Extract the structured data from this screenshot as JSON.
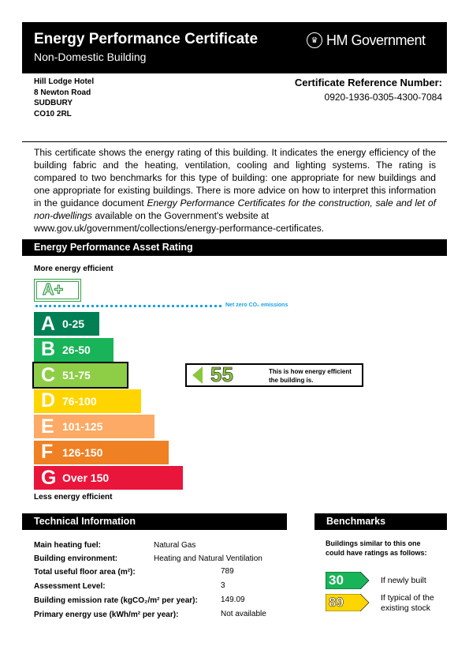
{
  "header": {
    "title": "Energy Performance Certificate",
    "subtitle": "Non-Domestic Building",
    "logo_text": "HM Government"
  },
  "address": {
    "lines": [
      "Hill Lodge Hotel",
      "8 Newton Road",
      "SUDBURY",
      "CO10 2RL"
    ]
  },
  "certificate": {
    "label": "Certificate Reference Number:",
    "number": "0920-1936-0305-4300-7084"
  },
  "intro": {
    "part1": "This certificate shows the energy rating of this building. It indicates the energy efficiency of the building fabric and the heating, ventilation, cooling and lighting systems. The rating is compared to two benchmarks for this type of building: one appropriate for new buildings and one appropriate for existing buildings. There is more advice on how to interpret this information in the guidance document ",
    "italic": "Energy Performance Certificates for the construction, sale and let of non-dwellings",
    "part2": " available on the Government's website at",
    "url": "www.gov.uk/government/collections/energy-performance-certificates."
  },
  "rating_section": {
    "title": "Energy Performance Asset Rating",
    "more_efficient": "More energy efficient",
    "less_efficient": "Less energy efficient",
    "net_zero_label": "Net zero CO₂ emissions",
    "aplus_label": "A+",
    "bands": [
      {
        "letter": "A",
        "range": "0-25",
        "color": "#008054"
      },
      {
        "letter": "B",
        "range": "26-50",
        "color": "#19b459"
      },
      {
        "letter": "C",
        "range": "51-75",
        "color": "#8dce46"
      },
      {
        "letter": "D",
        "range": "76-100",
        "color": "#ffd500"
      },
      {
        "letter": "E",
        "range": "101-125",
        "color": "#fcaa65"
      },
      {
        "letter": "F",
        "range": "126-150",
        "color": "#ef8023"
      },
      {
        "letter": "G",
        "range": "Over 150",
        "color": "#e9153b"
      }
    ],
    "current_score": "55",
    "current_band": "C",
    "current_description": "This is how energy efficient the building is."
  },
  "technical": {
    "title": "Technical Information",
    "rows": [
      {
        "label": "Main heating fuel:",
        "value": "Natural Gas"
      },
      {
        "label": "Building environment:",
        "value": "Heating and Natural Ventilation"
      },
      {
        "label": "Total useful floor area (m²):",
        "value": "789"
      },
      {
        "label": "Assessment Level:",
        "value": "3"
      },
      {
        "label": "Building emission rate (kgCO₂/m² per year):",
        "value": "149.09"
      },
      {
        "label": "Primary energy use (kWh/m² per year):",
        "value": "Not available"
      }
    ]
  },
  "benchmarks": {
    "title": "Benchmarks",
    "intro": "Buildings similar to this one could have ratings as follows:",
    "items": [
      {
        "value": "30",
        "label": "If newly built",
        "color": "#19b459"
      },
      {
        "value": "89",
        "label": "If typical of the existing stock",
        "color": "#ffd500"
      }
    ]
  }
}
